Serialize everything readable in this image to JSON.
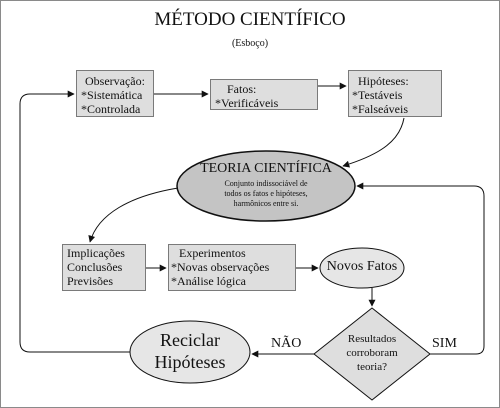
{
  "title": "MÉTODO CIENTÍFICO",
  "subtitle": "(Esboço)",
  "observacao": {
    "heading": "Observação:",
    "items": [
      "*Sistemática",
      "*Controlada"
    ]
  },
  "fatos": {
    "heading": "Fatos:",
    "items": [
      "*Verificáveis"
    ]
  },
  "hipoteses": {
    "heading": "Hipóteses:",
    "items": [
      "*Testáveis",
      "*Falseáveis"
    ]
  },
  "teoria": {
    "heading": "TEORIA CIENTÍFICA",
    "description": [
      "Conjunto indissociável de",
      "todos os fatos e hipóteses,",
      "harmônicos entre si."
    ]
  },
  "implicacoes": {
    "items": [
      "Implicações",
      "Conclusões",
      "Previsões"
    ]
  },
  "experimentos": {
    "heading": "Experimentos",
    "items": [
      "*Novas observações",
      "*Análise lógica"
    ]
  },
  "novos_fatos": "Novos Fatos",
  "reciclar": [
    "Reciclar",
    "Hipóteses"
  ],
  "resultados": [
    "Resultados",
    "corroboram",
    "teoria?"
  ],
  "nao_label": "NÃO",
  "sim_label": "SIM",
  "colors": {
    "box_fill": "#dedede",
    "box_border": "#7a7a7a",
    "teoria_fill": "#c4c4c4",
    "line": "#111111"
  }
}
